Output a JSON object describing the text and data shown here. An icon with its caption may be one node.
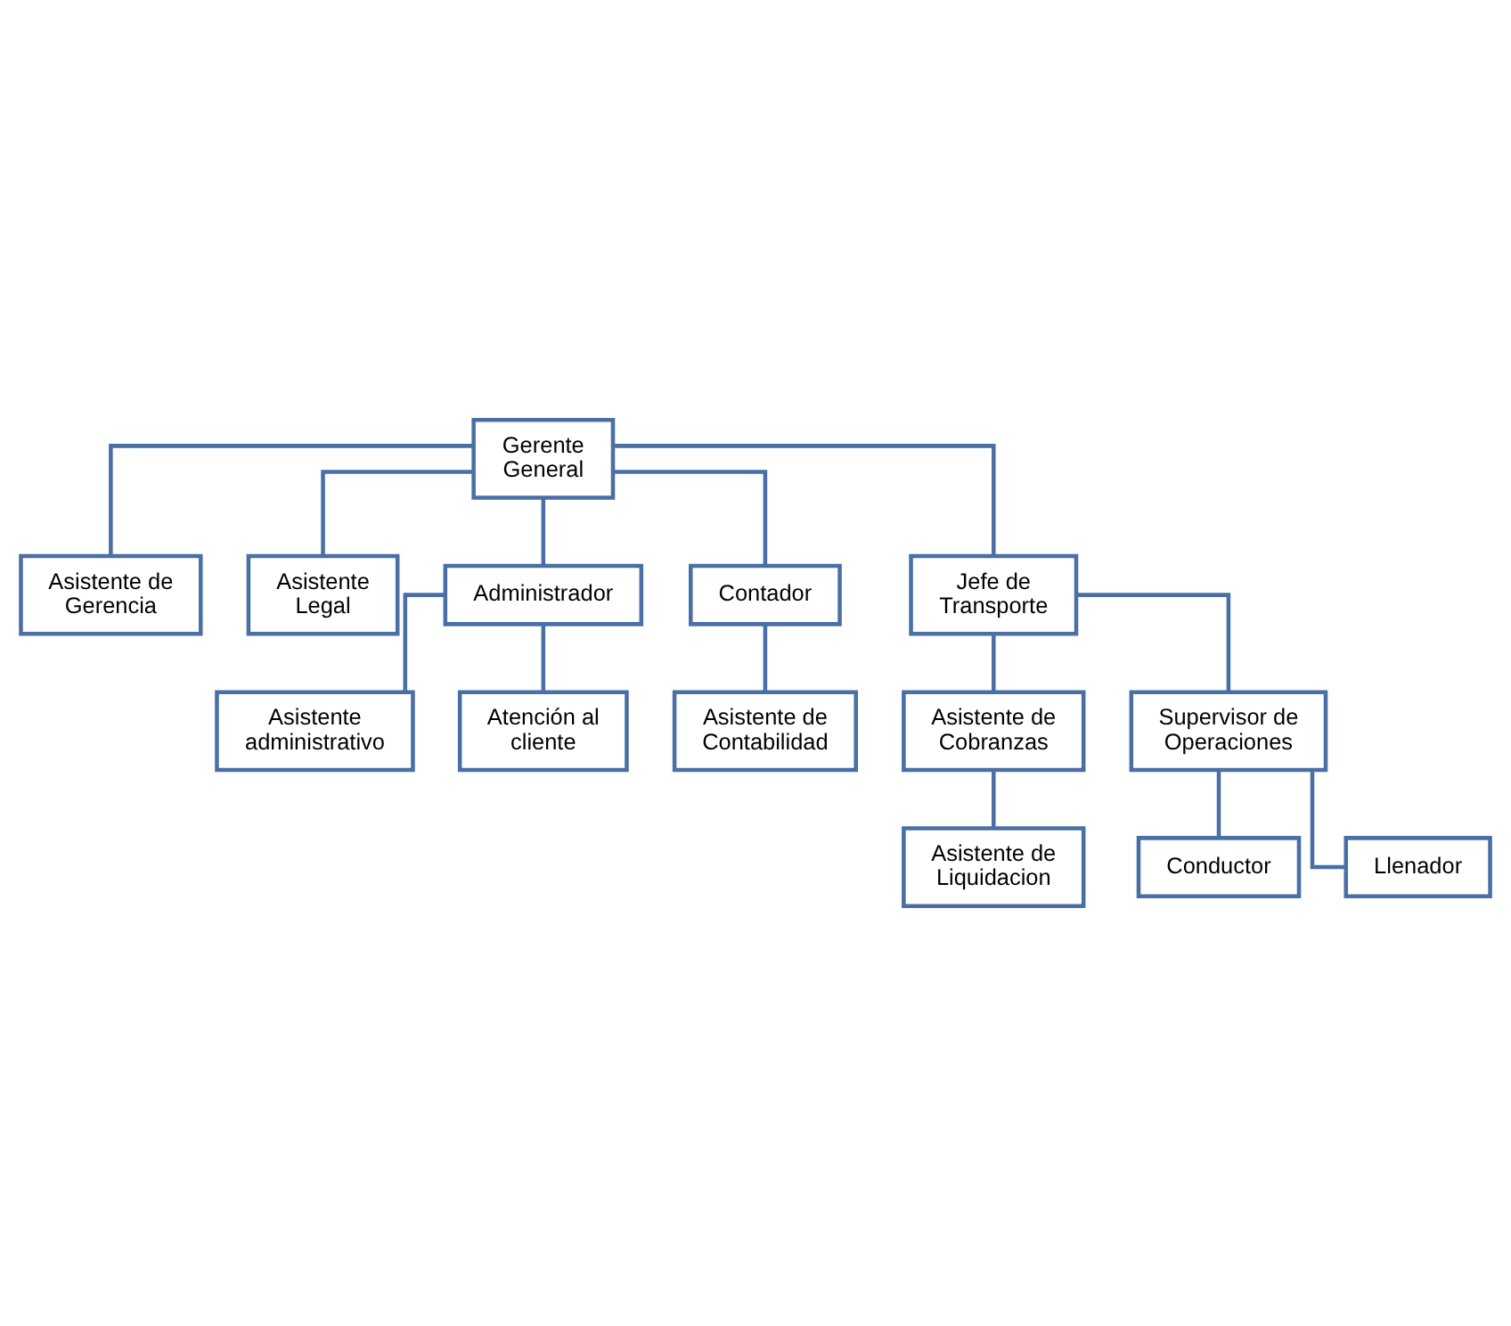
{
  "diagram": {
    "nodes": [
      {
        "text": [
          "Gerente General"
        ]
      },
      {
        "text": [
          "Asistente de Gerencia"
        ]
      },
      {
        "text": [
          "Asistente Legal"
        ]
      },
      {
        "text": [
          "Administrador"
        ]
      },
      {
        "text": [
          "Contador"
        ]
      },
      {
        "text": [
          "Jefe de Transporte"
        ]
      },
      {
        "text": [
          "Asistente administrativo"
        ]
      },
      {
        "text": [
          "Atención al cliente"
        ]
      },
      {
        "text": [
          "Asistente de Contabilidad"
        ]
      },
      {
        "text": [
          "Asistente de Cobranzas"
        ]
      },
      {
        "text": [
          "Asistente de Liquidacion"
        ]
      },
      {
        "text": [
          "Supervisor de Operaciones"
        ]
      },
      {
        "text": [
          "Conductor"
        ]
      },
      {
        "text": [
          "Llenador"
        ]
      }
    ],
    "edges": [
      {
        "from": 0,
        "to": 1,
        "arrow": "none"
      },
      {
        "from": 0,
        "to": 2,
        "arrow": "none"
      },
      {
        "from": 0,
        "to": 3,
        "arrow": "none"
      },
      {
        "from": 0,
        "to": 4,
        "arrow": "none"
      },
      {
        "from": 0,
        "to": 5,
        "arrow": "none"
      },
      {
        "from": 3,
        "to": 6,
        "arrow": "none"
      },
      {
        "from": 3,
        "to": 7,
        "arrow": "none"
      },
      {
        "from": 4,
        "to": 8,
        "arrow": "none"
      },
      {
        "from": 5,
        "to": 9,
        "arrow": "none"
      },
      {
        "from": 5,
        "to": 11,
        "arrow": "none"
      },
      {
        "from": 9,
        "to": 10,
        "arrow": "none"
      },
      {
        "from": 11,
        "to": 12,
        "arrow": "none"
      },
      {
        "from": 11,
        "to": 13,
        "arrow": "none"
      }
    ]
  }
}
